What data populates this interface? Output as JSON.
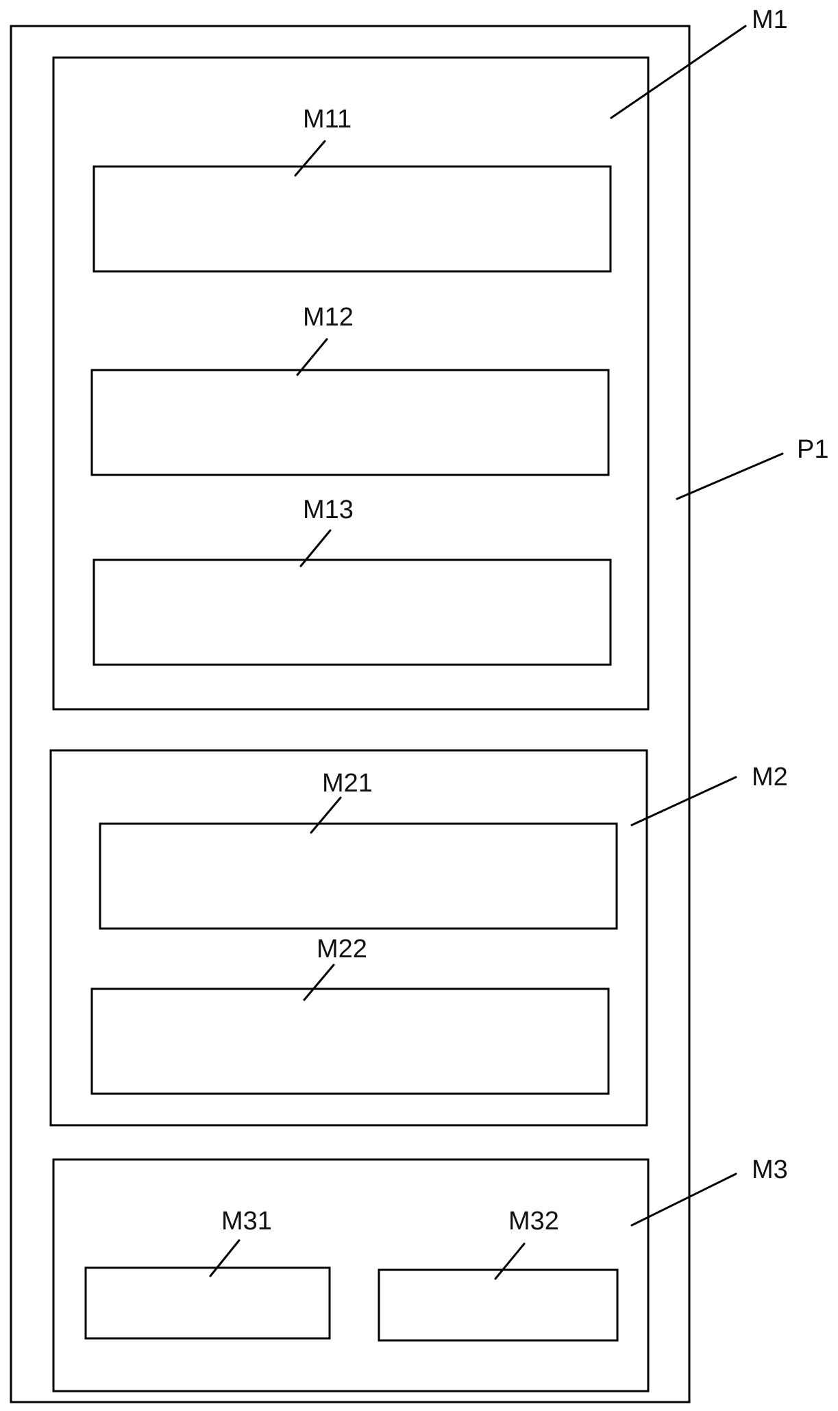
{
  "diagram": {
    "outer_label": "P1",
    "module1": {
      "label": "M1",
      "sub1": "M11",
      "sub2": "M12",
      "sub3": "M13"
    },
    "module2": {
      "label": "M2",
      "sub1": "M21",
      "sub2": "M22"
    },
    "module3": {
      "label": "M3",
      "sub1": "M31",
      "sub2": "M32"
    }
  }
}
